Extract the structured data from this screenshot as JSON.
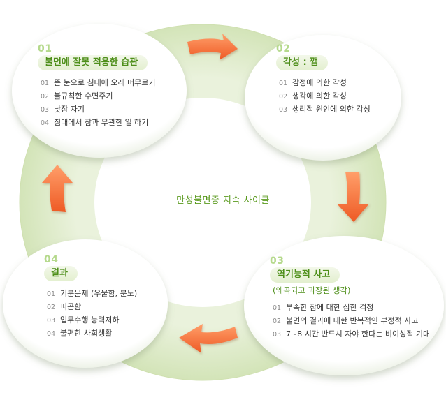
{
  "title": "만성불면증 지속 사이클",
  "colors": {
    "ring": "#dce9c5",
    "accent": "#5a9a1e",
    "arrow": "#f26a36"
  },
  "stages": [
    {
      "num": "01",
      "title": "불면에 잘못 적응한 습관",
      "items": [
        {
          "n": "01",
          "text": "뜬 눈으로 침대에 오래 머무르기"
        },
        {
          "n": "02",
          "text": "불규칙한 수면주기"
        },
        {
          "n": "03",
          "text": "낮잠 자기"
        },
        {
          "n": "04",
          "text": "침대에서 잠과 무관한 일 하기"
        }
      ]
    },
    {
      "num": "02",
      "title": "각성 : 깸",
      "items": [
        {
          "n": "01",
          "text": "감정에 의한 각성"
        },
        {
          "n": "02",
          "text": "생각에 의한 각성"
        },
        {
          "n": "03",
          "text": "생리적 원인에 의한 각성"
        }
      ]
    },
    {
      "num": "03",
      "title": "역기능적 사고",
      "subtitle": "(왜곡되고 과장된 생각)",
      "items": [
        {
          "n": "01",
          "text": "부족한 잠에 대한 심한 걱정"
        },
        {
          "n": "02",
          "text": "불면의 결과에 대한 반복적인 부정적 사고"
        },
        {
          "n": "03",
          "text": "7~8 시간 반드시 자야 한다는 비이성적 기대"
        }
      ]
    },
    {
      "num": "04",
      "title": "결과",
      "items": [
        {
          "n": "01",
          "text": "기분문제 (우울함, 분노)"
        },
        {
          "n": "02",
          "text": "피곤함"
        },
        {
          "n": "03",
          "text": "업무수행 능력저하"
        },
        {
          "n": "04",
          "text": "불편한 사회생활"
        }
      ]
    }
  ],
  "arrows": [
    "arrow-right-icon",
    "arrow-down-icon",
    "arrow-left-icon",
    "arrow-up-icon"
  ]
}
